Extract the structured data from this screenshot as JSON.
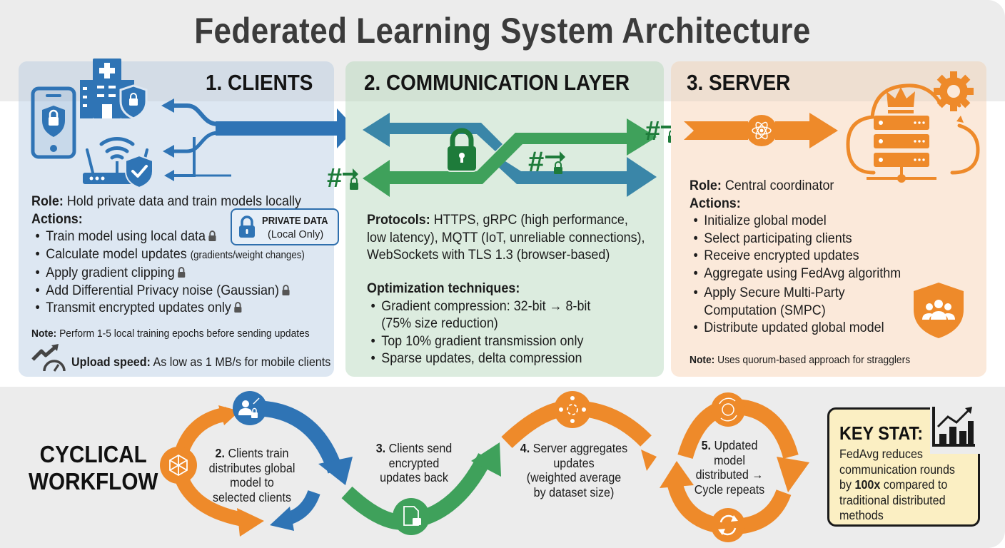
{
  "title": "Federated Learning System Architecture",
  "colors": {
    "clients_blue": "#2f74b5",
    "comm_green": "#3fa15b",
    "comm_teal": "#3a86a8",
    "server_orange": "#ee8a2a",
    "dark_green": "#1e7b3a",
    "keystat_bg": "#fbefc3"
  },
  "clients": {
    "heading": "1. CLIENTS",
    "private_data": {
      "label": "PRIVATE DATA",
      "sub": "(Local Only)"
    },
    "role_label": "Role:",
    "role": "Hold private data and train models locally",
    "actions_label": "Actions:",
    "actions": [
      {
        "text": "Train model using local data",
        "lock": true
      },
      {
        "text": "Calculate model updates",
        "detail": "(gradients/weight changes)",
        "lock": false
      },
      {
        "text": "Apply gradient clipping",
        "lock": true
      },
      {
        "text": "Add Differential Privacy noise (Gaussian)",
        "lock": true
      },
      {
        "text": "Transmit encrypted updates only",
        "lock": true
      }
    ],
    "note_label": "Note:",
    "note": "Perform 1-5 local training epochs before sending updates",
    "upload_label": "Upload speed:",
    "upload": "As low as 1 MB/s for mobile clients",
    "icons": [
      "smartphone-shield-icon",
      "hospital-building-icon",
      "router-wifi-icon",
      "shield-check-icon",
      "speedometer-trend-icon"
    ]
  },
  "communication": {
    "heading": "2. COMMUNICATION LAYER",
    "protocols_label": "Protocols:",
    "protocols_lines": [
      "HTTPS, gRPC (high performance,",
      "low latency), MQTT (IoT, unreliable connections),",
      "WebSockets with TLS 1.3 (browser-based)"
    ],
    "optimization_label": "Optimization techniques:",
    "optimizations": [
      {
        "line1": "Gradient compression: 32-bit → 8-bit",
        "line2": "(75% size reduction)"
      },
      {
        "line1": "Top 10% gradient transmission only"
      },
      {
        "line1": "Sparse updates, delta compression"
      }
    ]
  },
  "server": {
    "heading": "3. SERVER",
    "role_label": "Role:",
    "role": "Central coordinator",
    "actions_label": "Actions:",
    "actions": [
      {
        "line1": "Initialize global model"
      },
      {
        "line1": "Select participating clients"
      },
      {
        "line1": "Receive encrypted updates"
      },
      {
        "line1": "Aggregate using FedAvg algorithm"
      },
      {
        "line1": "Apply Secure Multi-Party",
        "line2": "Computation (SMPC)"
      },
      {
        "line1": "Distribute updated global model"
      }
    ],
    "note_label": "Note:",
    "note": "Uses quorum-based approach for stragglers"
  },
  "workflow": {
    "title_line1": "CYCLICAL",
    "title_line2": "WORKFLOW",
    "steps": [
      {
        "num": "2.",
        "lines": [
          "Clients train",
          "distributes global",
          "model to",
          "selected clients"
        ]
      },
      {
        "num": "3.",
        "lines": [
          "Clients send",
          "encrypted",
          "updates back"
        ]
      },
      {
        "num": "4.",
        "lines": [
          "Server aggregates",
          "updates",
          "(weighted average",
          "by dataset size)"
        ]
      },
      {
        "num": "5.",
        "lines": [
          "Updated",
          "model",
          "distributed →",
          "Cycle repeats"
        ]
      }
    ]
  },
  "key_stat": {
    "title": "KEY STAT:",
    "lines": [
      "FedAvg reduces",
      "communication rounds"
    ],
    "line3_pre": "by ",
    "line3_bold": "100x",
    "line3_post": " compared to",
    "lines_after": [
      "traditional distributed",
      "methods"
    ]
  }
}
